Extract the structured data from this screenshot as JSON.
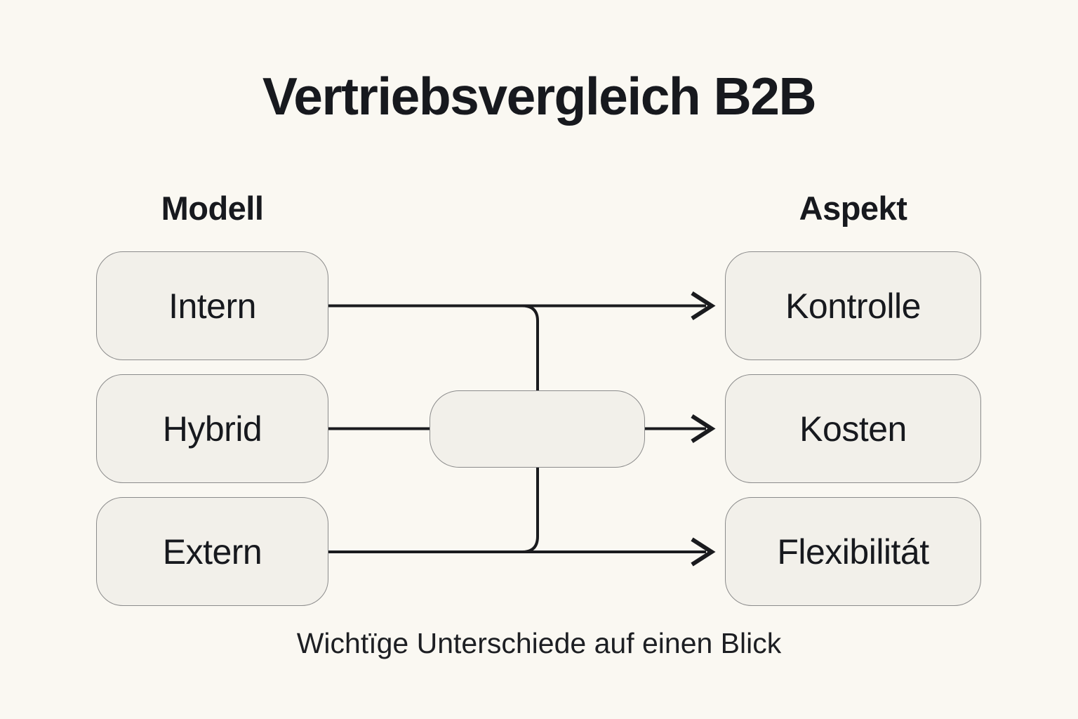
{
  "title": "Vertriebsvergleich B2B",
  "subtitle": "Wichtïge Unterschiede auf einen Blick",
  "columns": {
    "left": {
      "header": "Modell",
      "items": [
        "Intern",
        "Hybrid",
        "Extern"
      ]
    },
    "right": {
      "header": "Aspekt",
      "items": [
        "Kontrolle",
        "Kosten",
        "Flexibilitát"
      ]
    }
  },
  "junction": {
    "label": ""
  },
  "colors": {
    "background": "#FAF8F2",
    "node-fill": "#F2F0EA",
    "node-border": "#8B8B8B",
    "line": "#1A1B1E",
    "text": "#17191E"
  }
}
